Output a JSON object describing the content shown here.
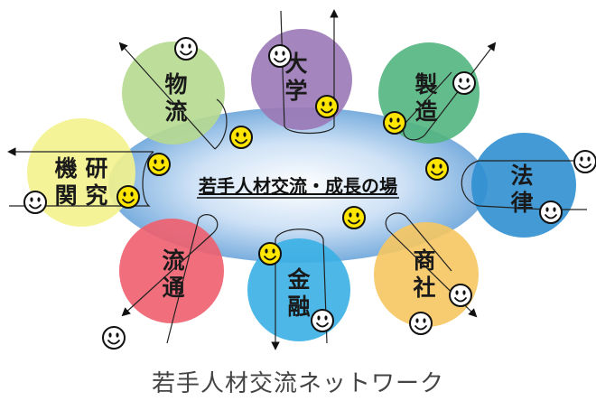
{
  "center": {
    "label": "若手人材交流・成長の場"
  },
  "caption": "若手人材交流ネットワーク",
  "nodes": [
    {
      "id": "butsuryu",
      "lines": [
        "物",
        "流"
      ],
      "color": "#b6d98f"
    },
    {
      "id": "daigaku",
      "lines": [
        "大",
        "学"
      ],
      "color": "#9b78b6"
    },
    {
      "id": "seizo",
      "lines": [
        "製",
        "造"
      ],
      "color": "#52b57e"
    },
    {
      "id": "horitsu",
      "lines": [
        "法",
        "律"
      ],
      "color": "#2f8fd0"
    },
    {
      "id": "shosha",
      "lines": [
        "商",
        "社"
      ],
      "color": "#f6c661"
    },
    {
      "id": "kinyu",
      "lines": [
        "金",
        "融"
      ],
      "color": "#3ab0e4"
    },
    {
      "id": "ryutsu",
      "lines": [
        "流",
        "通"
      ],
      "color": "#ef5f6e"
    },
    {
      "id": "kenkyu",
      "lines": [
        "機 研",
        "関 究"
      ],
      "color": "#f3f28c"
    }
  ],
  "icons": {
    "smiley": "smiley-face-icon",
    "arrow": "arrow-icon"
  },
  "colors": {
    "center_fill": "#7aaede",
    "smiley_white": "#ffffff",
    "smiley_yellow": "#ffe600"
  }
}
